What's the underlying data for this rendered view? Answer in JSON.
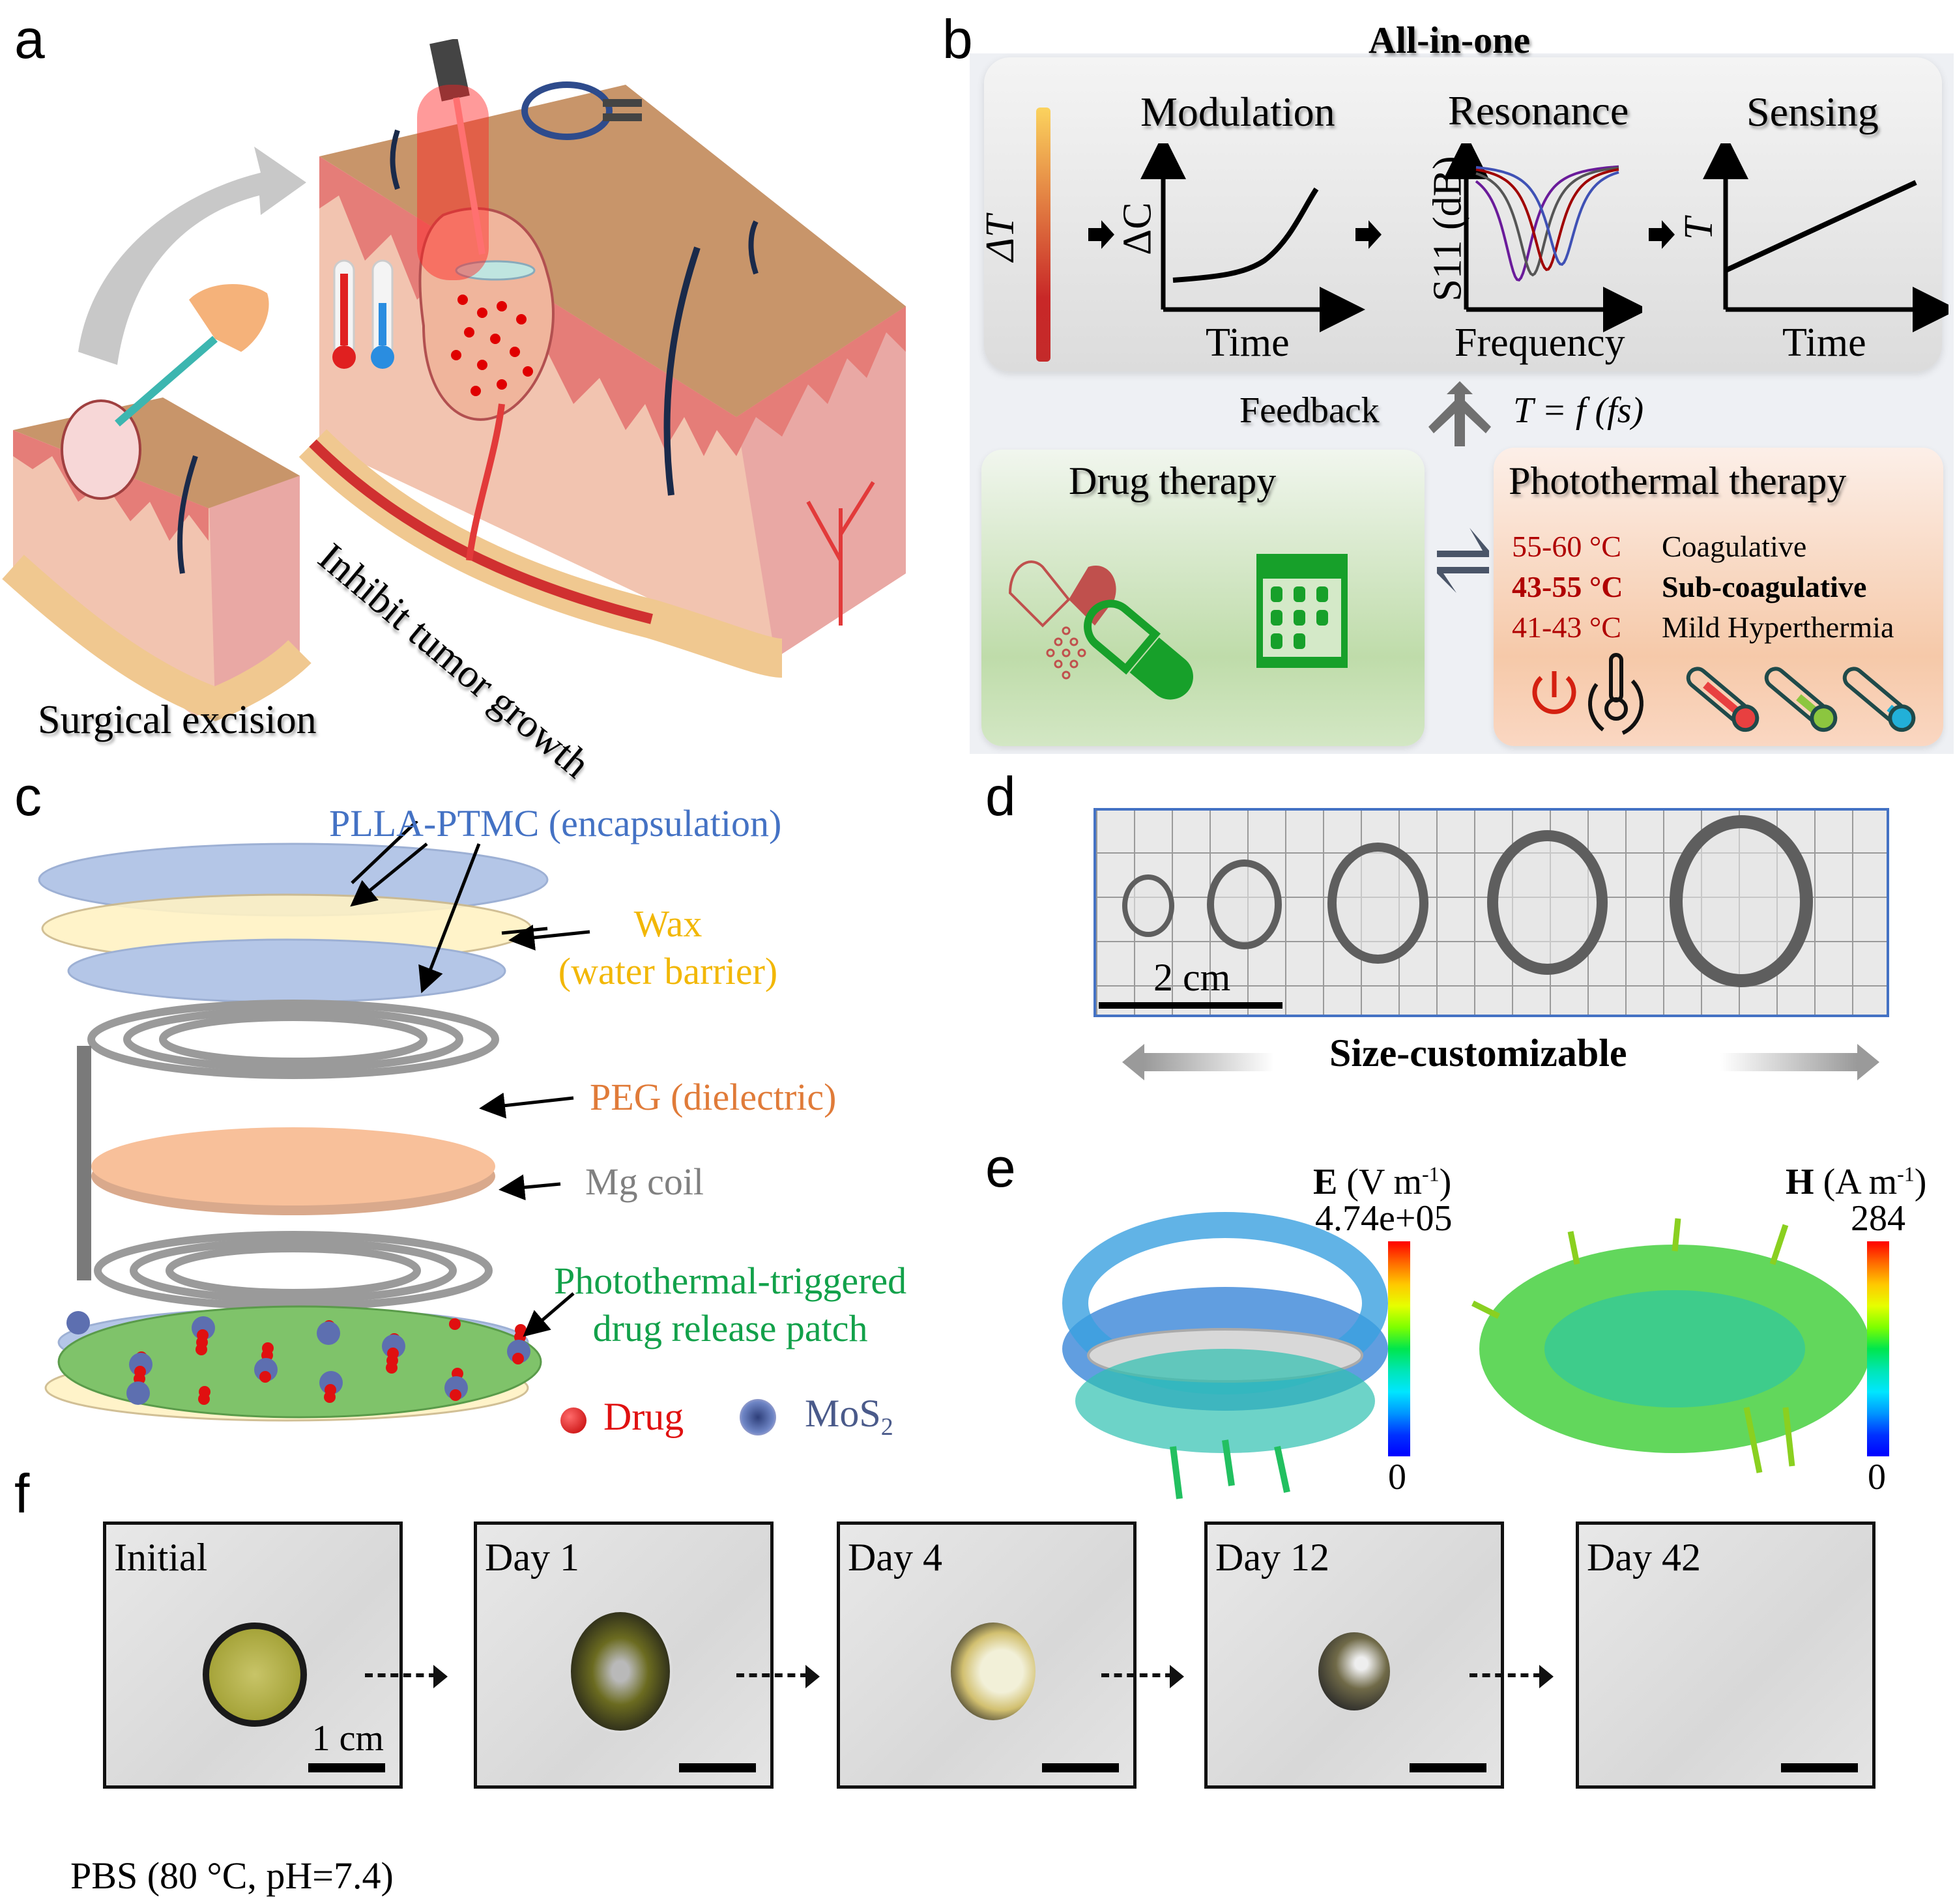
{
  "panels": {
    "a": {
      "letter": "a",
      "label_excision": "Surgical excision",
      "label_inhibit": "Inhibit tumor growth",
      "icons": [
        "laser-probe",
        "nfc-reader-coil",
        "thermometer-hot",
        "thermometer-cold",
        "scalpel-hand",
        "curved-arrow"
      ]
    },
    "b": {
      "letter": "b",
      "title": "All-in-one",
      "steps": [
        {
          "title": "Modulation",
          "y_label": "ΔC",
          "x_label": "Time"
        },
        {
          "title": "Resonance",
          "y_label": "S11 (dB)",
          "x_label": "Frequency"
        },
        {
          "title": "Sensing",
          "y_label": "T",
          "x_label": "Time"
        }
      ],
      "input_label": "ΔT",
      "feedback_label": "Feedback",
      "equation": "T = f (fs)",
      "drug_title": "Drug therapy",
      "photo_title": "Photothermal therapy",
      "temperature_regimes": [
        {
          "range": "55-60 °C",
          "name": "Coagulative",
          "bold": false
        },
        {
          "range": "43-55 °C",
          "name": "Sub-coagulative",
          "bold": true
        },
        {
          "range": "41-43 °C",
          "name": "Mild Hyperthermia",
          "bold": false
        }
      ],
      "resonance_curve_colors": [
        "#6a1b9a",
        "#555555",
        "#a00000",
        "#3f51b5"
      ]
    },
    "c": {
      "letter": "c",
      "layers": [
        {
          "label": "PLLA-PTMC",
          "note": "(encapsulation)",
          "color": "#4472c4"
        },
        {
          "label": "Wax",
          "note": "(water barrier)",
          "color": "#f4b400"
        },
        {
          "label": "PEG (dielectric)",
          "note": "",
          "color": "#e07b39"
        },
        {
          "label": "Mg coil",
          "note": "",
          "color": "#808080"
        },
        {
          "label": "Photothermal-triggered",
          "note": "drug release patch",
          "color": "#12a14a"
        }
      ],
      "legend": [
        {
          "label": "Drug",
          "color": "#e01010"
        },
        {
          "label": "MoS",
          "sub": "2",
          "color": "#4a5a8a"
        }
      ]
    },
    "d": {
      "letter": "d",
      "scale_bar": "2 cm",
      "caption": "Size-customizable",
      "coil_count": 5
    },
    "e": {
      "letter": "e",
      "fields": [
        {
          "symbol": "E",
          "unit": "(V m",
          "exp": "-1",
          "close": ")",
          "max": "4.74e+05",
          "min": "0"
        },
        {
          "symbol": "H",
          "unit": "(A m",
          "exp": "-1",
          "close": ")",
          "max": "284",
          "min": "0"
        }
      ]
    },
    "f": {
      "letter": "f",
      "frames": [
        "Initial",
        "Day 1",
        "Day 4",
        "Day 12",
        "Day 42"
      ],
      "scale_bar": "1 cm",
      "condition": "PBS (80 °C, pH=7.4)"
    }
  }
}
